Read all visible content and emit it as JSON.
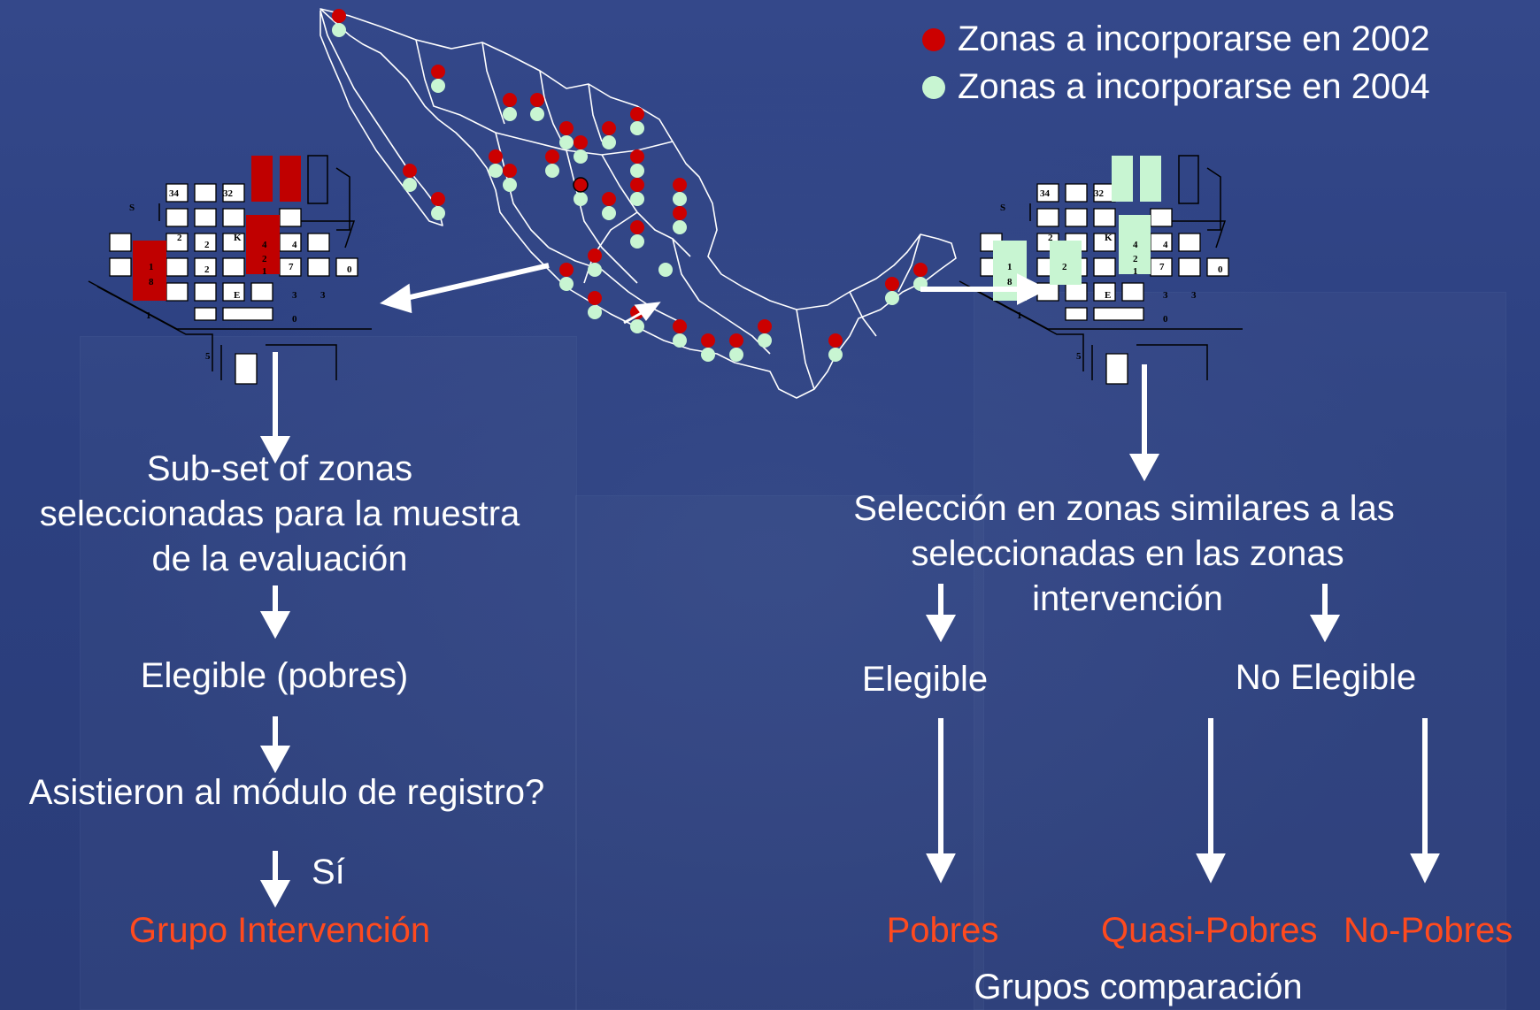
{
  "legend": {
    "items": [
      {
        "label": "Zonas a incorporarse en  2002",
        "color": "#cc0000"
      },
      {
        "label": "Zonas a incorporarse en 2004",
        "color": "#c8f5d2"
      }
    ]
  },
  "left_flow": {
    "subset": [
      "Sub-set of zonas",
      "seleccionadas para la muestra",
      "de la evaluación"
    ],
    "eligible": "Elegible (pobres)",
    "question": "Asistieron al módulo de registro?",
    "yes": "Sí",
    "group": "Grupo Intervención"
  },
  "right_flow": {
    "selection": [
      "Selección en zonas similares a las",
      "seleccionadas en las zonas",
      "intervención"
    ],
    "eligible": "Elegible",
    "not_eligible": "No Elegible",
    "group_poor": "Pobres",
    "group_quasi": "Quasi-Pobres",
    "group_nonpoor": "No-Pobres",
    "comparison": "Grupos comparación"
  },
  "block_map": {
    "labels": [
      "34",
      "32",
      "S",
      "2",
      "2",
      "2",
      "K",
      "4",
      "4",
      "2",
      "1",
      "1",
      "8",
      "0",
      "E",
      "3",
      "3",
      "0",
      "1",
      "5"
    ]
  },
  "colors": {
    "background": "#2b3f7c",
    "zone_2002": "#cc0000",
    "zone_2004": "#c8f5d2",
    "highlight_text": "#ff4a1e"
  }
}
